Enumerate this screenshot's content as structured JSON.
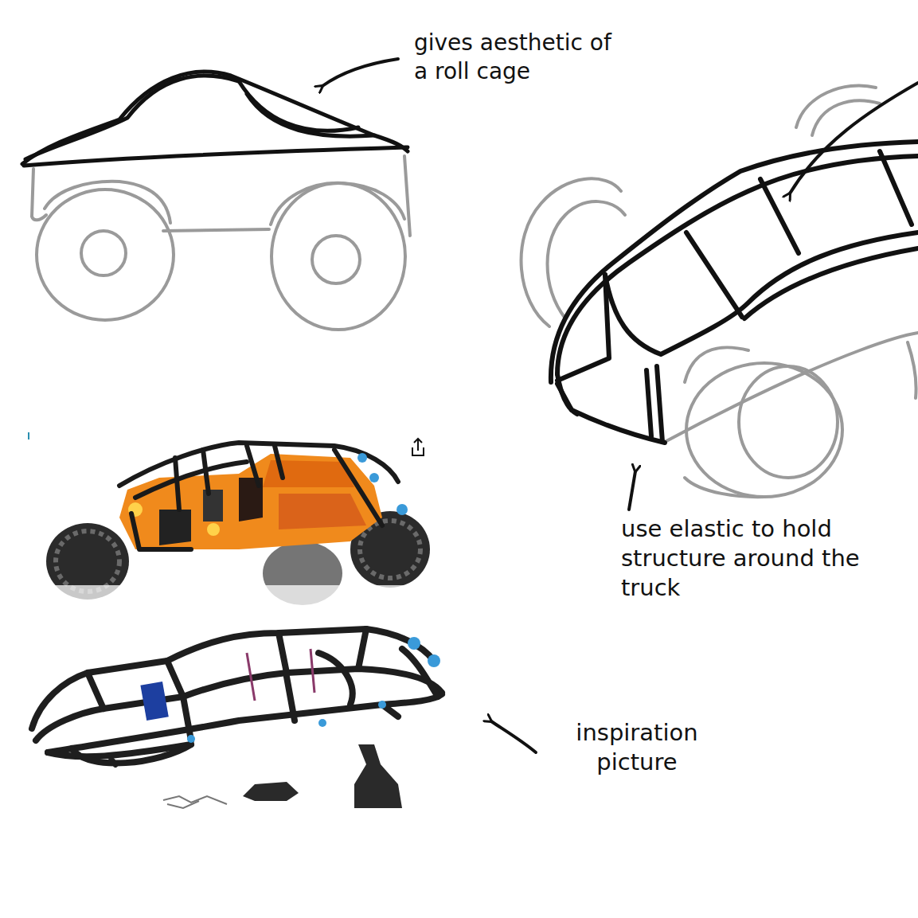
{
  "diagram": {
    "labels": [
      "gives aesthetic of a roll cage",
      "use elastic to hold structure around the truck",
      "inspiration picture"
    ]
  }
}
